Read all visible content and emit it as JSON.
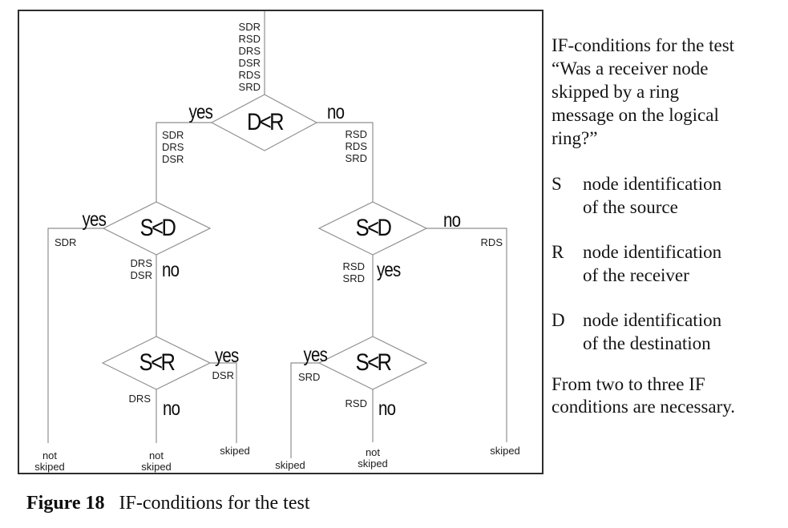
{
  "figure": {
    "caption_label": "Figure 18",
    "caption_text": "IF-conditions for the test"
  },
  "sidebar": {
    "intro": "IF-conditions for the test\n“Was a receiver node\nskipped by a ring\nmessage on the logical\nring?”",
    "definitions": [
      {
        "letter": "S",
        "text": "node identification\nof the source"
      },
      {
        "letter": "R",
        "text": "node identification\nof the receiver"
      },
      {
        "letter": "D",
        "text": "node identification\nof the destination"
      }
    ],
    "note": "From two to three IF\nconditions are necessary."
  },
  "flowchart": {
    "entry_options": "SDR\nRSD\nDRS\nDSR\nRDS\nSRD",
    "conditions": {
      "root": "D<R",
      "level2": "S<D",
      "level3": "S<R"
    },
    "branch_yes": "yes",
    "branch_no": "no",
    "paths": {
      "root_yes_options": "SDR\nDRS\nDSR",
      "root_no_options": "RSD\nRDS\nSRD",
      "left_sd_yes_option": "SDR",
      "left_sd_no_options": "DRS\nDSR",
      "right_sd_yes_options": "RSD\nSRD",
      "right_sd_no_option": "RDS",
      "left_sr_yes_option": "DSR",
      "left_sr_no_option": "DRS",
      "right_sr_yes_option": "SRD",
      "right_sr_no_option": "RSD"
    },
    "outcomes": {
      "not_skiped": "not\nskiped",
      "skiped": "skiped"
    }
  }
}
